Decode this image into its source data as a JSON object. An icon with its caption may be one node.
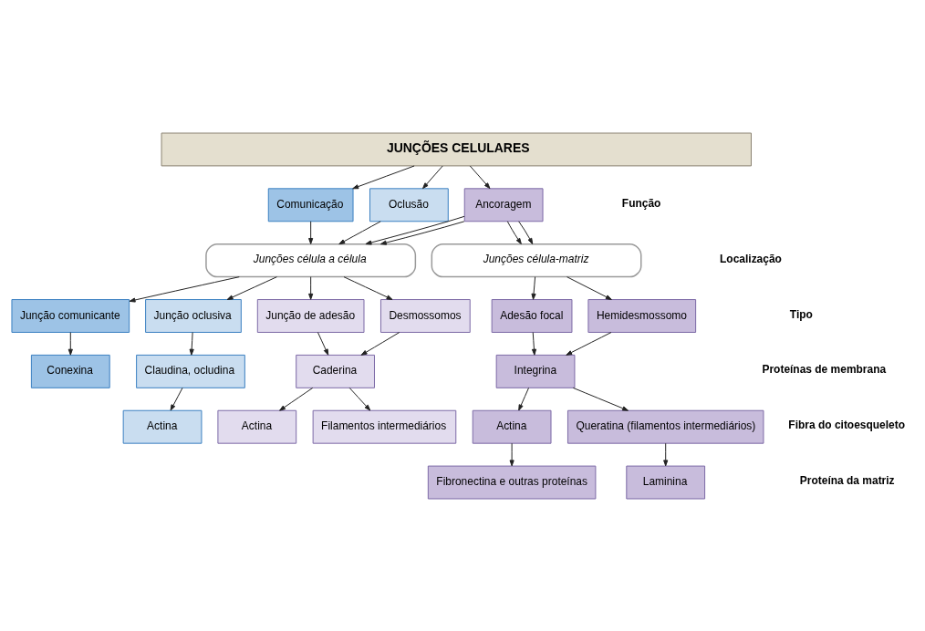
{
  "diagram": {
    "nodes": [
      {
        "text": [
          "JUNÇÕES CELULARES"
        ]
      },
      {
        "text": [
          "Comunicação"
        ]
      },
      {
        "text": [
          "Oclusão"
        ]
      },
      {
        "text": [
          "Ancoragem"
        ]
      },
      {
        "text": [
          "Junções célula a célula"
        ]
      },
      {
        "text": [
          "Junções célula-matriz"
        ]
      },
      {
        "text": [
          "Junção comunicante"
        ]
      },
      {
        "text": [
          "Junção oclusiva"
        ]
      },
      {
        "text": [
          "Junção de adesão"
        ]
      },
      {
        "text": [
          "Desmossomos"
        ]
      },
      {
        "text": [
          "Adesão focal"
        ]
      },
      {
        "text": [
          "Hemidesmossomo"
        ]
      },
      {
        "text": [
          "Conexina"
        ]
      },
      {
        "text": [
          "Claudina, ocludina"
        ]
      },
      {
        "text": [
          "Caderina"
        ]
      },
      {
        "text": [
          "Integrina"
        ]
      },
      {
        "text": [
          "Actina"
        ]
      },
      {
        "text": [
          "Actina"
        ]
      },
      {
        "text": [
          "Filamentos intermediários"
        ]
      },
      {
        "text": [
          "Actina"
        ]
      },
      {
        "text": [
          "Queratina (filamentos intermediários)"
        ]
      },
      {
        "text": [
          "Fibronectina e outras proteínas"
        ]
      },
      {
        "text": [
          "Laminina"
        ]
      }
    ],
    "edges": [
      {
        "from": 0,
        "to": 1,
        "arrow": "to"
      },
      {
        "from": 0,
        "to": 2,
        "arrow": "to"
      },
      {
        "from": 0,
        "to": 3,
        "arrow": "to"
      },
      {
        "from": 1,
        "to": 4,
        "arrow": "to"
      },
      {
        "from": 2,
        "to": 4,
        "arrow": "to"
      },
      {
        "from": 3,
        "to": 4,
        "arrow": "to"
      },
      {
        "from": 3,
        "to": 4,
        "arrow": "to"
      },
      {
        "from": 3,
        "to": 5,
        "arrow": "to"
      },
      {
        "from": 3,
        "to": 5,
        "arrow": "to"
      },
      {
        "from": 4,
        "to": 6,
        "arrow": "to"
      },
      {
        "from": 4,
        "to": 7,
        "arrow": "to"
      },
      {
        "from": 4,
        "to": 8,
        "arrow": "to"
      },
      {
        "from": 4,
        "to": 9,
        "arrow": "to"
      },
      {
        "from": 5,
        "to": 10,
        "arrow": "to"
      },
      {
        "from": 5,
        "to": 11,
        "arrow": "to"
      },
      {
        "from": 6,
        "to": 12,
        "arrow": "to"
      },
      {
        "from": 7,
        "to": 13,
        "arrow": "to"
      },
      {
        "from": 8,
        "to": 14,
        "arrow": "to"
      },
      {
        "from": 9,
        "to": 14,
        "arrow": "to"
      },
      {
        "from": 10,
        "to": 15,
        "arrow": "to"
      },
      {
        "from": 11,
        "to": 15,
        "arrow": "to"
      },
      {
        "from": 13,
        "to": 16,
        "arrow": "to"
      },
      {
        "from": 14,
        "to": 17,
        "arrow": "to"
      },
      {
        "from": 14,
        "to": 18,
        "arrow": "to"
      },
      {
        "from": 15,
        "to": 19,
        "arrow": "to"
      },
      {
        "from": 15,
        "to": 20,
        "arrow": "to"
      },
      {
        "from": 19,
        "to": 21,
        "arrow": "to"
      },
      {
        "from": 20,
        "to": 22,
        "arrow": "to"
      }
    ],
    "labels": [
      "Função",
      "Localização",
      "Tipo",
      "Proteínas de membrana",
      "Fibra do citoesqueleto",
      "Proteína da matriz"
    ]
  }
}
